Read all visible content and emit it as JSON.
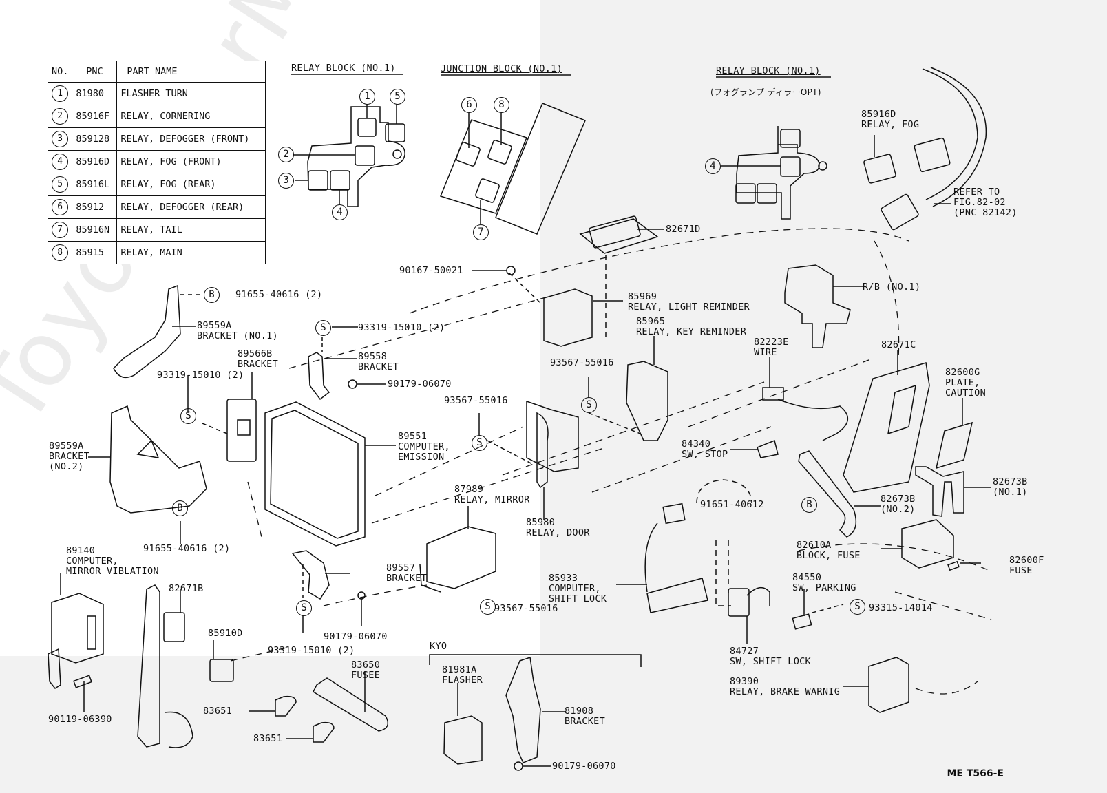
{
  "watermark": "ToyotaCarMine.ru",
  "diagram_code": "ME T566-E",
  "colors": {
    "paper_white": "#ffffff",
    "paper_grey": "#f2f2f2",
    "ink": "#111111"
  },
  "table": {
    "headers": [
      "NO.",
      "PNC",
      "PART NAME"
    ],
    "rows": [
      {
        "no": "1",
        "pnc": "81980",
        "name": "FLASHER TURN"
      },
      {
        "no": "2",
        "pnc": "85916F",
        "name": "RELAY, CORNERING"
      },
      {
        "no": "3",
        "pnc": "859128",
        "name": "RELAY, DEFOGGER (FRONT)"
      },
      {
        "no": "4",
        "pnc": "85916D",
        "name": "RELAY, FOG (FRONT)"
      },
      {
        "no": "5",
        "pnc": "85916L",
        "name": "RELAY, FOG (REAR)"
      },
      {
        "no": "6",
        "pnc": "85912",
        "name": "RELAY, DEFOGGER (REAR)"
      },
      {
        "no": "7",
        "pnc": "85916N",
        "name": "RELAY, TAIL"
      },
      {
        "no": "8",
        "pnc": "85915",
        "name": "RELAY, MAIN"
      }
    ]
  },
  "insets": {
    "relay_block_1": {
      "title": "RELAY BLOCK (NO.1)",
      "callouts": [
        "1",
        "5",
        "2",
        "3",
        "4"
      ]
    },
    "junction_block_1": {
      "title": "JUNCTION BLOCK (NO.1)",
      "callouts": [
        "6",
        "8",
        "7"
      ]
    },
    "relay_block_1_opt": {
      "title": "RELAY BLOCK (NO.1)",
      "subtitle": "(フォグランプ ディラーOPT)",
      "callouts": [
        "4"
      ]
    },
    "kyo": {
      "title": "KYO"
    }
  },
  "badges": {
    "bolt": "B",
    "screw": "S"
  },
  "labels": {
    "p85916D": [
      "85916D",
      "RELAY, FOG"
    ],
    "refer": [
      "REFER TO",
      "FIG.82-02",
      "(PNC 82142)"
    ],
    "p82671D": [
      "82671D"
    ],
    "p90167": [
      "90167-50021"
    ],
    "p85969": [
      "85969",
      "RELAY, LIGHT REMINDER"
    ],
    "p85965": [
      "85965",
      "RELAY, KEY REMINDER"
    ],
    "pRB": [
      "R/B (NO.1)"
    ],
    "p82223E": [
      "82223E",
      "WIRE"
    ],
    "p82671C": [
      "82671C"
    ],
    "p82600G": [
      "82600G",
      "PLATE,",
      "CAUTION"
    ],
    "p91655a": [
      "91655-40616 (2)"
    ],
    "p89559A1": [
      "89559A",
      "BRACKET (NO.1)"
    ],
    "p93319a": [
      "93319-15010 (2)"
    ],
    "p89558": [
      "89558",
      "BRACKET"
    ],
    "p90179a": [
      "90179-06070"
    ],
    "p89566B": [
      "89566B",
      "BRACKET"
    ],
    "p93319b": [
      "93319-15010 (2)"
    ],
    "p93567a": [
      "93567-55016"
    ],
    "p93567b": [
      "93567-55016"
    ],
    "p89559A2": [
      "89559A",
      "BRACKET",
      "(NO.2)"
    ],
    "p89551": [
      "89551",
      "COMPUTER,",
      "EMISSION"
    ],
    "p84340": [
      "84340",
      "SW, STOP"
    ],
    "p91651": [
      "91651-40612"
    ],
    "p82673B2": [
      "82673B",
      "(NO.2)"
    ],
    "p82673B1": [
      "82673B",
      "(NO.1)"
    ],
    "p87989": [
      "87989",
      "RELAY, MIRROR"
    ],
    "p85980": [
      "85980",
      "RELAY, DOOR"
    ],
    "p91655b": [
      "91655-40616 (2)"
    ],
    "p89140": [
      "89140",
      "COMPUTER,",
      "MIRROR VIBLATION"
    ],
    "p82671B": [
      "82671B"
    ],
    "p89557": [
      "89557",
      "BRACKET"
    ],
    "p85933": [
      "85933",
      "COMPUTER,",
      "SHIFT LOCK"
    ],
    "p82610A": [
      "82610A",
      "BLOCK, FUSE"
    ],
    "p82600F": [
      "82600F",
      "FUSE"
    ],
    "p84550": [
      "84550",
      "SW, PARKING"
    ],
    "p93567c": [
      "93567-55016"
    ],
    "p93315": [
      "93315-14014"
    ],
    "p85910D": [
      "85910D"
    ],
    "p93319c": [
      "93319-15010 (2)"
    ],
    "p90179b": [
      "90179-06070"
    ],
    "p83650": [
      "83650",
      "FUSEE"
    ],
    "p84727": [
      "84727",
      "SW, SHIFT LOCK"
    ],
    "p89390": [
      "89390",
      "RELAY, BRAKE WARNIG"
    ],
    "p90119": [
      "90119-06390"
    ],
    "p83651a": [
      "83651"
    ],
    "p83651b": [
      "83651"
    ],
    "p81981A": [
      "81981A",
      "FLASHER"
    ],
    "p81908": [
      "81908",
      "BRACKET"
    ],
    "p90179c": [
      "90179-06070"
    ]
  }
}
